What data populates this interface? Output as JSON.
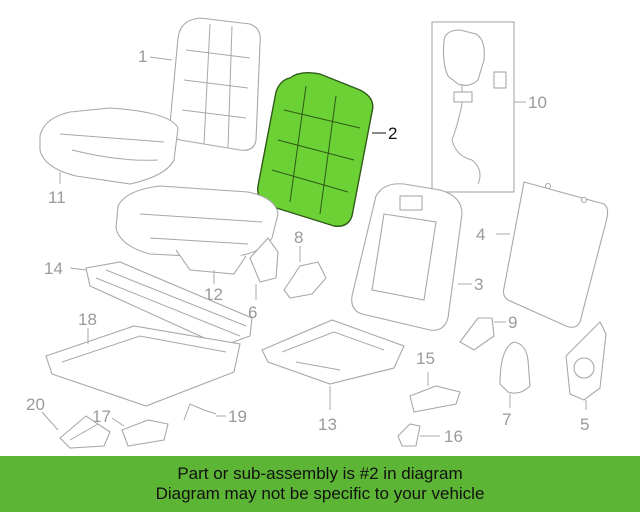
{
  "colors": {
    "highlight_fill": "#6bd134",
    "highlight_stroke": "#2f5a17",
    "banner_bg": "#5db535",
    "part_stroke": "#a8a8a8",
    "callout_text": "#9a9a9a"
  },
  "highlighted_part": "2",
  "callouts": {
    "c1": "1",
    "c2": "2",
    "c3": "3",
    "c4": "4",
    "c5": "5",
    "c6": "6",
    "c7": "7",
    "c8": "8",
    "c9": "9",
    "c10": "10",
    "c11": "11",
    "c12": "12",
    "c13": "13",
    "c14": "14",
    "c15": "15",
    "c16": "16",
    "c17": "17",
    "c18": "18",
    "c19": "19",
    "c20": "20"
  },
  "banner": {
    "line1": "Part or sub-assembly is #2 in diagram",
    "line2": "Diagram may not be specific to your vehicle"
  }
}
